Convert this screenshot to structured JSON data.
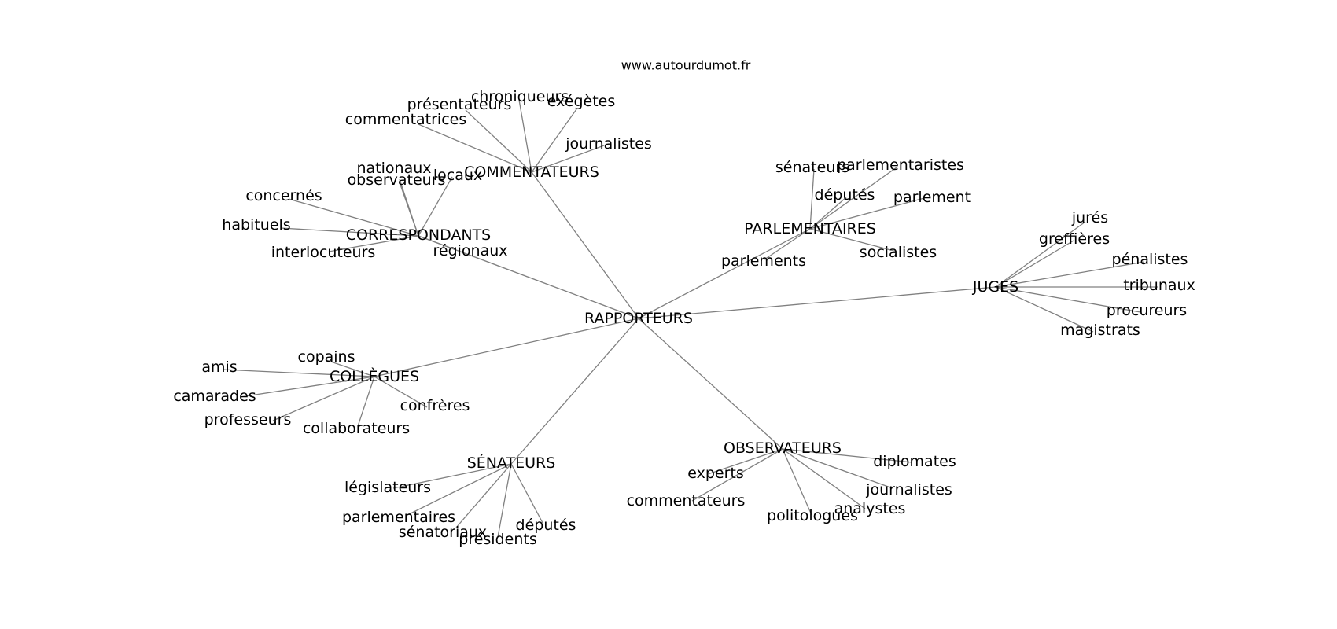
{
  "header": {
    "site": "www.autourdumot.fr"
  },
  "graph": {
    "center": "RAPPORTEURS",
    "groups": [
      {
        "hub": "COMMENTATEURS",
        "leaves": [
          "commentatrices",
          "présentateurs",
          "chroniqueurs",
          "exégètes",
          "journalistes"
        ]
      },
      {
        "hub": "CORRESPONDANTS",
        "leaves": [
          "concernés",
          "habituels",
          "interlocuteurs",
          "nationaux",
          "observateurs",
          "locaux",
          "régionaux"
        ]
      },
      {
        "hub": "PARLEMENTAIRES",
        "leaves": [
          "sénateurs",
          "parlementaristes",
          "députés",
          "parlement",
          "parlements",
          "socialistes"
        ]
      },
      {
        "hub": "JUGES",
        "leaves": [
          "jurés",
          "greffières",
          "pénalistes",
          "tribunaux",
          "procureurs",
          "magistrats"
        ]
      },
      {
        "hub": "COLLÈGUES",
        "leaves": [
          "copains",
          "amis",
          "camarades",
          "professeurs",
          "collaborateurs",
          "confrères"
        ]
      },
      {
        "hub": "SÉNATEURS",
        "leaves": [
          "législateurs",
          "parlementaires",
          "sénatoriaux",
          "présidents",
          "députés"
        ]
      },
      {
        "hub": "OBSERVATEURS",
        "leaves": [
          "experts",
          "commentateurs",
          "politologues",
          "analystes",
          "journalistes",
          "diplomates"
        ]
      }
    ]
  }
}
